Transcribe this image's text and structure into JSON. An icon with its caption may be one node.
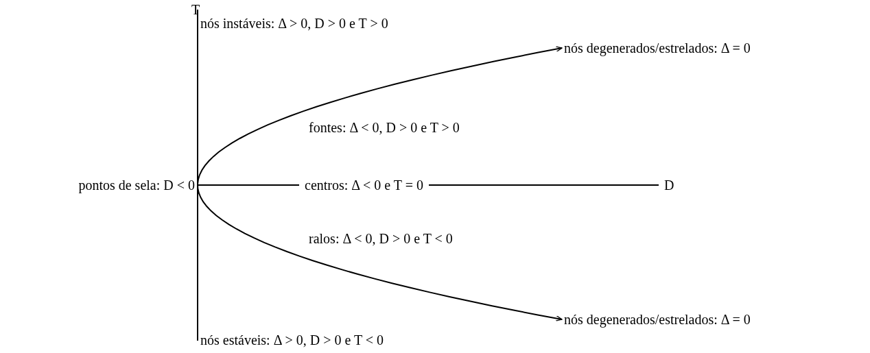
{
  "diagram": {
    "nodes": [
      {
        "text": [
          "nós degenerados/estrelados: Δ = 0"
        ]
      },
      {
        "text": [
          "nós degenerados/estrelados: Δ = 0"
        ]
      }
    ],
    "edges": [
      {
        "from": 0,
        "to": 1,
        "arrow": "both"
      }
    ],
    "labels": [
      "T",
      "nós instáveis: Δ > 0, D > 0 e T > 0",
      "fontes: Δ < 0, D > 0 e T > 0",
      "pontos de sela: D < 0",
      "centros: Δ < 0 e T = 0",
      "D",
      "ralos: Δ < 0, D > 0 e T < 0",
      "nós estáveis: Δ > 0, D > 0 e T < 0"
    ]
  }
}
